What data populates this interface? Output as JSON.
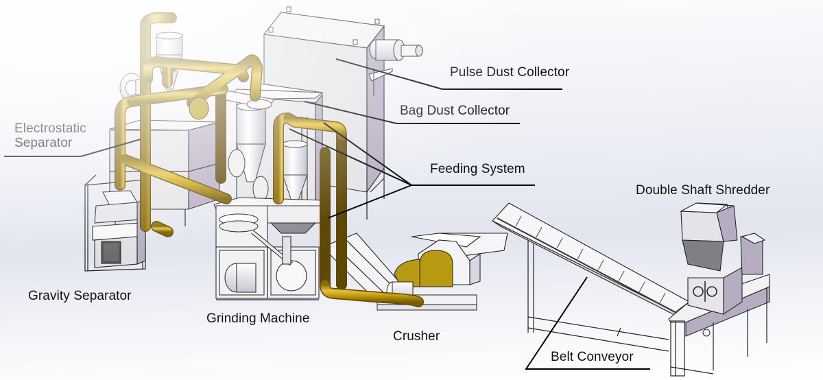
{
  "diagram": {
    "title": "Electronic Waste Recycling Plant Layout",
    "colors": {
      "pipe": "#c9a211",
      "pipe_shadow": "#8a6c06",
      "metal_light": "#ececf0",
      "metal_side": "#b7adc2",
      "metal_dark": "#8f8f95",
      "leader_line": "#000000",
      "text": "#111111"
    },
    "labels": [
      {
        "id": "electrostatic-separator",
        "lines": [
          "Electrostatic",
          "Separator"
        ]
      },
      {
        "id": "pulse-dust-collector",
        "lines": [
          "Pulse Dust Collector"
        ]
      },
      {
        "id": "bag-dust-collector",
        "lines": [
          "Bag Dust Collector"
        ]
      },
      {
        "id": "feeding-system",
        "lines": [
          "Feeding System"
        ]
      },
      {
        "id": "double-shaft-shredder",
        "lines": [
          "Double Shaft Shredder"
        ]
      },
      {
        "id": "gravity-separator",
        "lines": [
          "Gravity Separator"
        ]
      },
      {
        "id": "grinding-machine",
        "lines": [
          "Grinding Machine"
        ]
      },
      {
        "id": "crusher",
        "lines": [
          "Crusher"
        ]
      },
      {
        "id": "belt-conveyor",
        "lines": [
          "Belt Conveyor"
        ]
      }
    ],
    "components": [
      "Electrostatic Separator",
      "Pulse Dust Collector",
      "Bag Dust Collector",
      "Feeding System",
      "Double Shaft Shredder",
      "Gravity Separator",
      "Grinding Machine",
      "Crusher",
      "Belt Conveyor"
    ],
    "flow_order": [
      "Double Shaft Shredder",
      "Belt Conveyor",
      "Crusher",
      "Feeding System",
      "Grinding Machine",
      "Electrostatic Separator",
      "Gravity Separator"
    ],
    "dust_collection": [
      "Pulse Dust Collector",
      "Bag Dust Collector"
    ]
  }
}
